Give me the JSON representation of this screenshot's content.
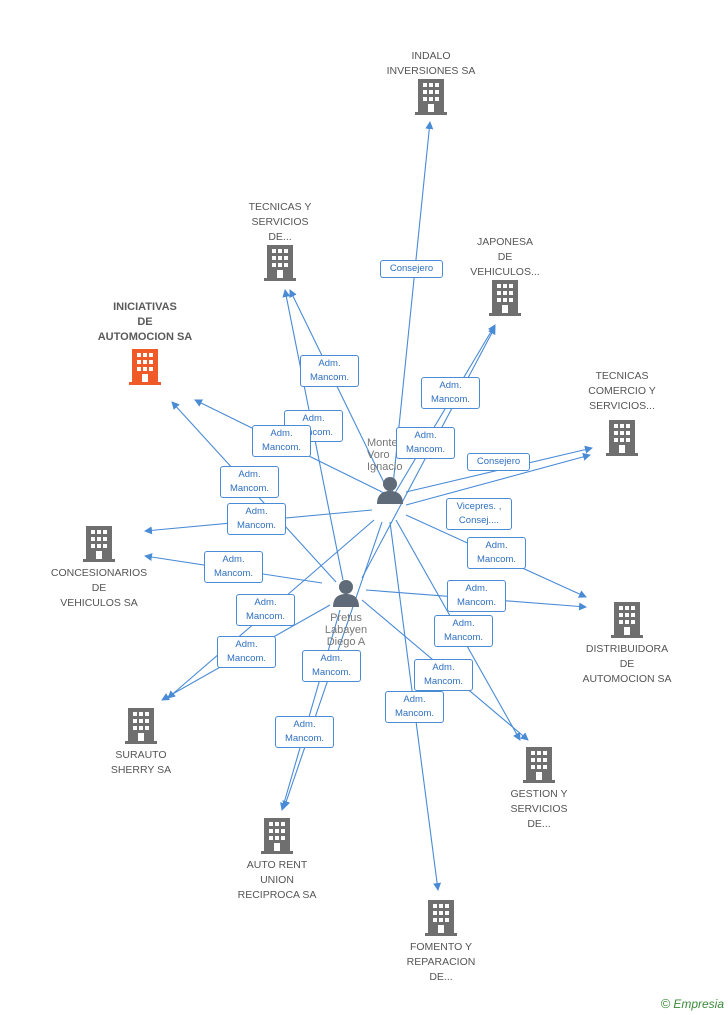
{
  "companies": {
    "indalo": {
      "label": "INDALO\nINVERSIONES SA"
    },
    "tecnicas_servicios": {
      "label": "TECNICAS Y\nSERVICIOS\nDE..."
    },
    "japonesa": {
      "label": "JAPONESA\nDE\nVEHICULOS..."
    },
    "iniciativas": {
      "label": "INICIATIVAS\nDE\nAUTOMOCION SA",
      "color": "#f05a28"
    },
    "tecnicas_comercio": {
      "label": "TECNICAS\nCOMERCIO Y\nSERVICIOS..."
    },
    "concesionarios": {
      "label": "CONCESIONARIOS\nDE\nVEHICULOS SA"
    },
    "distribuidora": {
      "label": "DISTRIBUIDORA\nDE\nAUTOMOCION SA"
    },
    "surauto": {
      "label": "SURAUTO\nSHERRY SA"
    },
    "gestion": {
      "label": "GESTION Y\nSERVICIOS\nDE..."
    },
    "auto_rent": {
      "label": "AUTO RENT\nUNION\nRECIPROCA SA"
    },
    "fomento": {
      "label": "FOMENTO Y\nREPARACION\nDE..."
    }
  },
  "persons": {
    "montero": {
      "label": "Monte\nVoro\nIgnacio"
    },
    "pretus": {
      "label": "Pretus\nLabayen\nDiego A"
    }
  },
  "relations": {
    "r1": "Consejero",
    "r2": "Adm.\nMancom.",
    "r3": "Adm.\nMancom.",
    "r4": "Adm.\nMancom.",
    "r5": "Adm.\nMancom.",
    "r6": "Adm.\nMancom.",
    "r7": "Consejero",
    "r8": "Adm.\nMancom.",
    "r9": "Adm.\nMancom.",
    "r10": "Vicepres. ,\nConsej....",
    "r11": "Adm.\nMancom.",
    "r12": "Adm.\nMancom.",
    "r13": "Adm.\nMancom.",
    "r14": "Adm.\nMancom.",
    "r15": "Adm.\nMancom.",
    "r16": "Adm.\nMancom.",
    "r17": "Adm.\nMancom.",
    "r18": "Adm.\nMancom.",
    "r19": "Adm.\nMancom.",
    "r20": "Adm.\nMancom."
  },
  "colors": {
    "edge": "#4a8bd6",
    "building": "#6f6f6f",
    "focus_building": "#f05a28",
    "person": "#5f6b78"
  },
  "brand": {
    "symbol": "©",
    "name": "Empresia"
  }
}
